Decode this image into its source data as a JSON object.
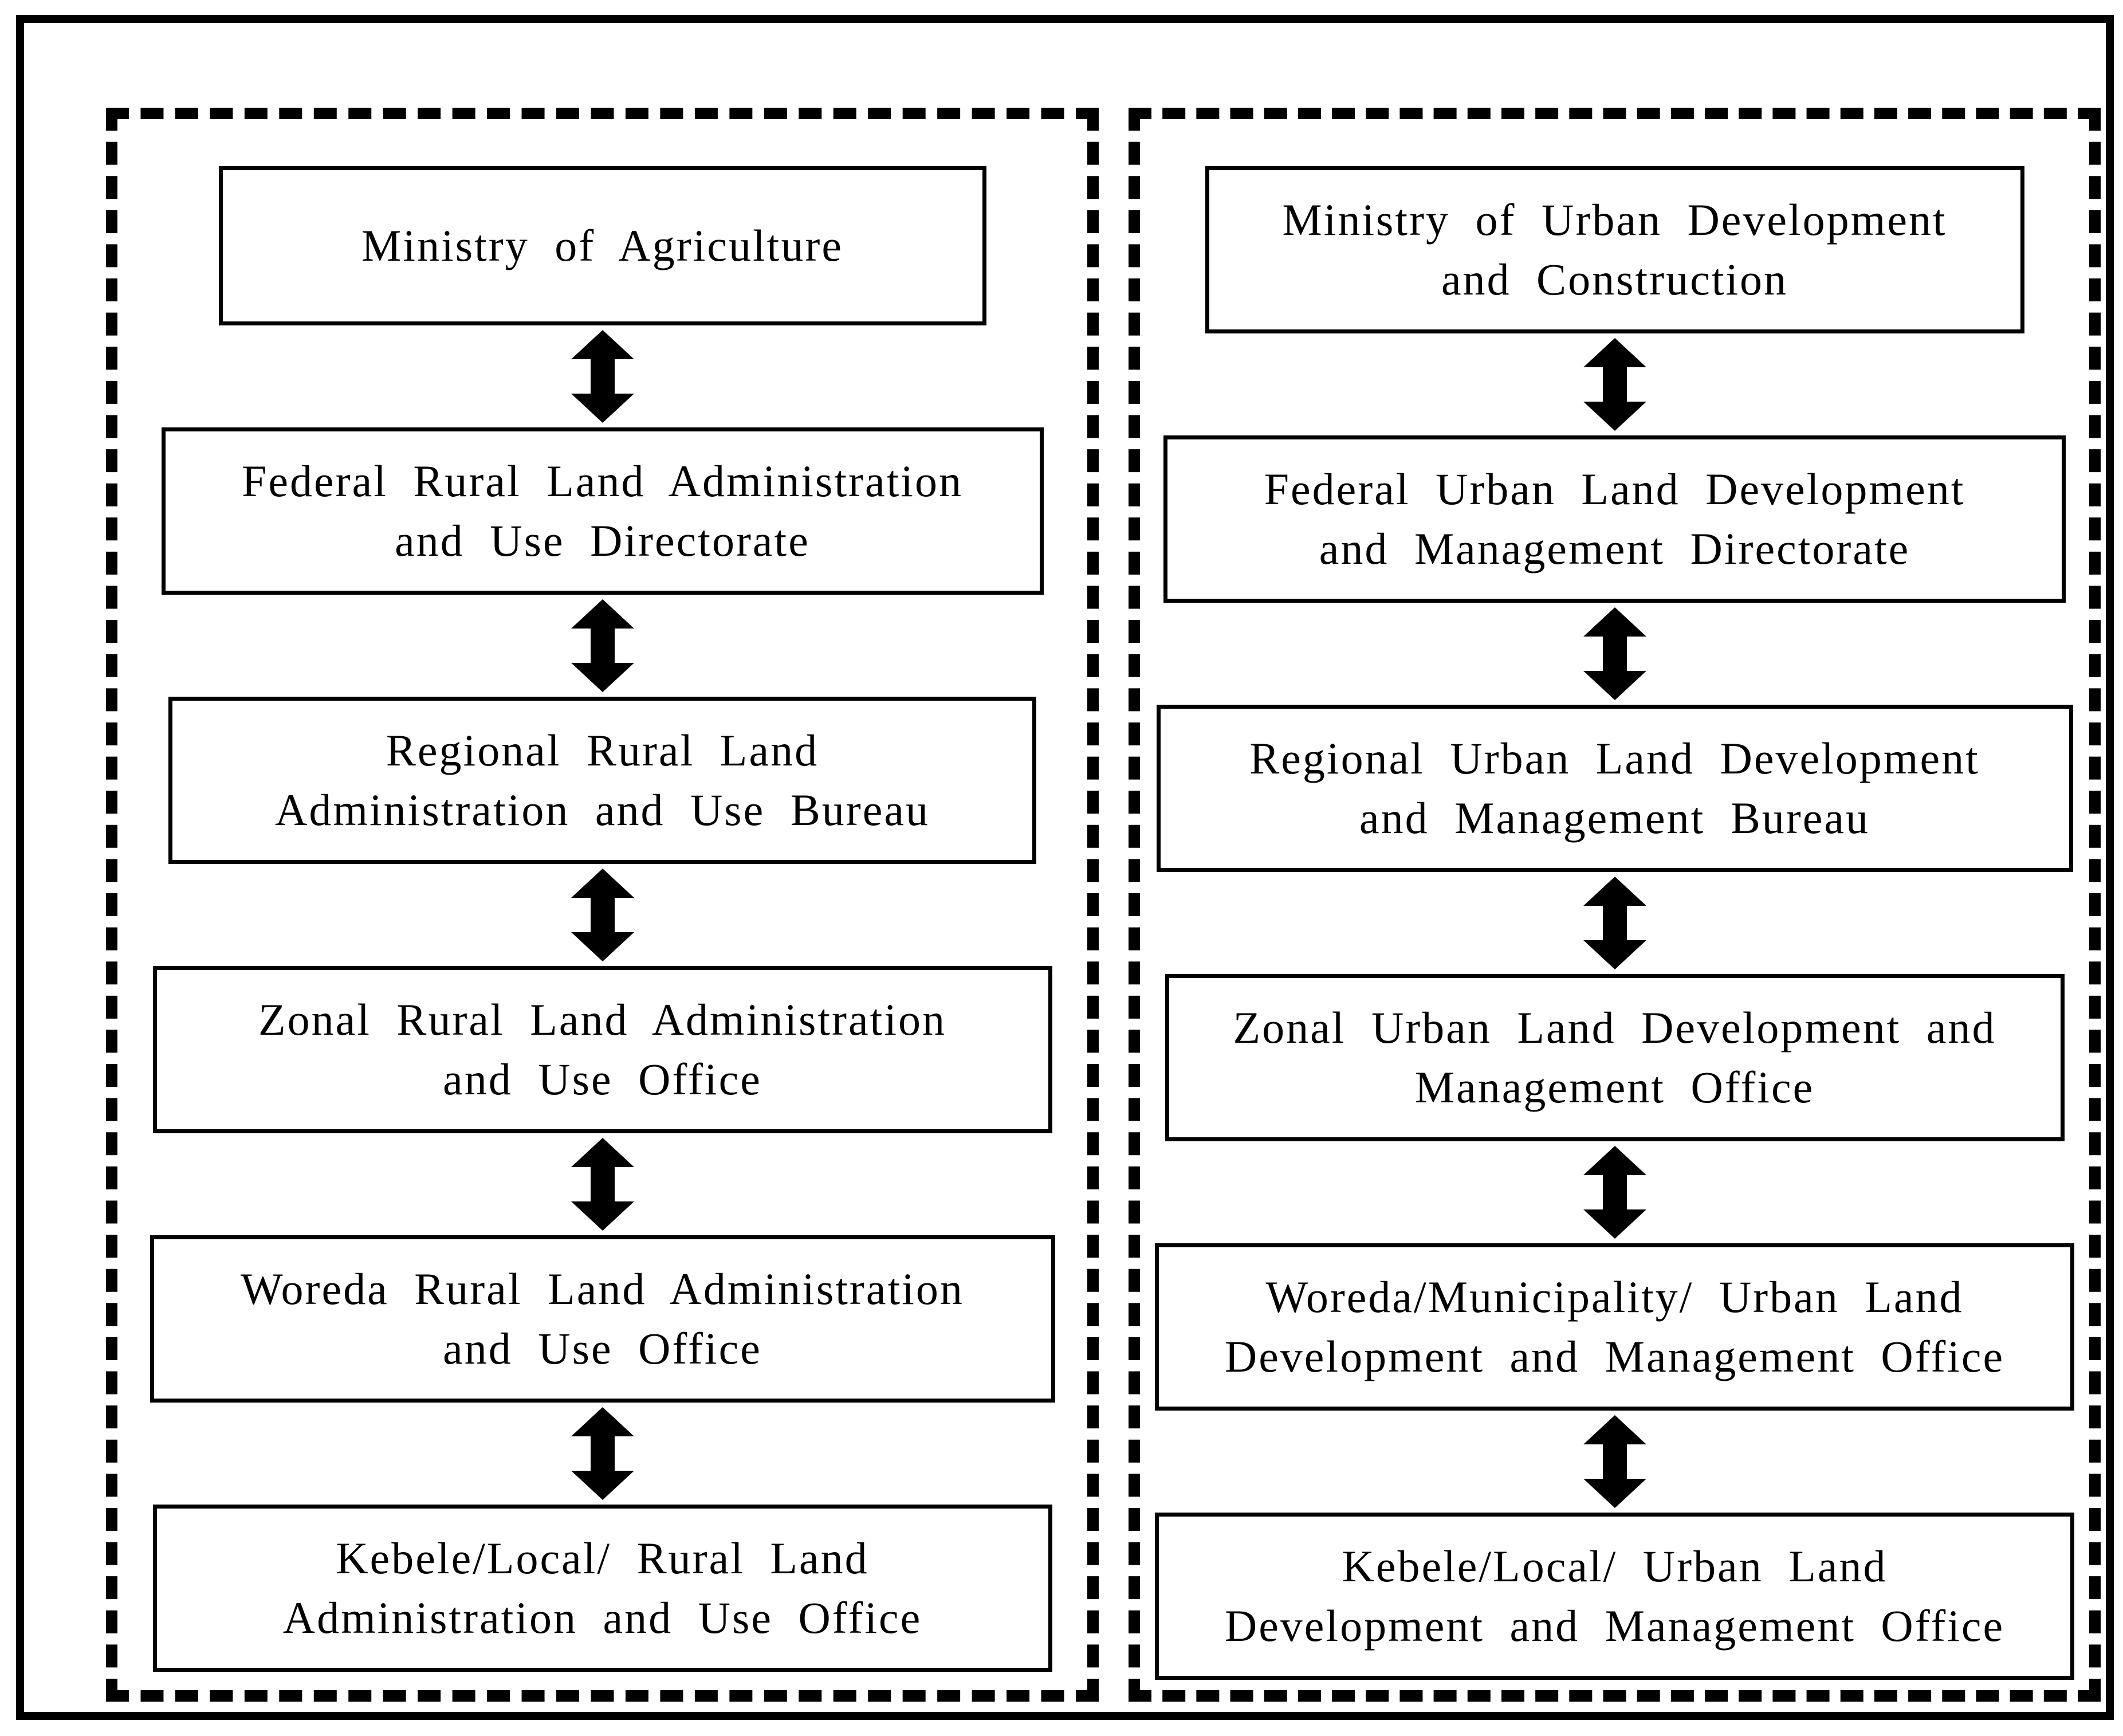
{
  "figure": {
    "type": "organizational-structure-diagram",
    "colors": {
      "ink": "#000000",
      "paper": "#ffffff",
      "box_fill": "#ffffff"
    },
    "connector": "double-headed-vertical-arrow"
  },
  "columns": [
    {
      "id": "rural-land-institutions",
      "boxes": [
        {
          "label": "Ministry of Agriculture",
          "lines": [
            "Ministry of Agriculture"
          ]
        },
        {
          "label": "Federal Rural Land Administration and Use Directorate",
          "lines": [
            "Federal Rural Land Administration",
            "and Use Directorate"
          ]
        },
        {
          "label": "Regional Rural Land Administration and Use Bureau",
          "lines": [
            "Regional Rural Land",
            "Administration and Use Bureau"
          ]
        },
        {
          "label": "Zonal Rural Land Administration and Use Office",
          "lines": [
            "Zonal Rural Land Administration",
            "and Use Office"
          ]
        },
        {
          "label": "Woreda Rural Land Administration and Use Office",
          "lines": [
            "Woreda Rural Land Administration",
            "and Use Office"
          ]
        },
        {
          "label": "Kebele/Local/ Rural Land Administration and Use Office",
          "lines": [
            "Kebele/Local/ Rural Land",
            "Administration and Use Office"
          ]
        }
      ]
    },
    {
      "id": "urban-land-institutions",
      "boxes": [
        {
          "label": "Ministry of Urban Development and Construction",
          "lines": [
            "Ministry of Urban Development",
            "and Construction"
          ]
        },
        {
          "label": "Federal Urban Land Development and Management Directorate",
          "lines": [
            "Federal Urban Land Development",
            "and Management Directorate"
          ]
        },
        {
          "label": "Regional Urban Land Development and Management Bureau",
          "lines": [
            "Regional Urban Land Development",
            "and Management Bureau"
          ]
        },
        {
          "label": "Zonal Urban Land Development and Management Office",
          "lines": [
            "Zonal Urban Land Development and",
            "Management Office"
          ]
        },
        {
          "label": "Woreda/Municipality/ Urban Land Development and Management Office",
          "lines": [
            "Woreda/Municipality/ Urban Land",
            "Development and Management Office"
          ]
        },
        {
          "label": "Kebele/Local/ Urban Land Development and Management Office",
          "lines": [
            "Kebele/Local/ Urban Land",
            "Development and Management Office"
          ]
        }
      ]
    }
  ]
}
